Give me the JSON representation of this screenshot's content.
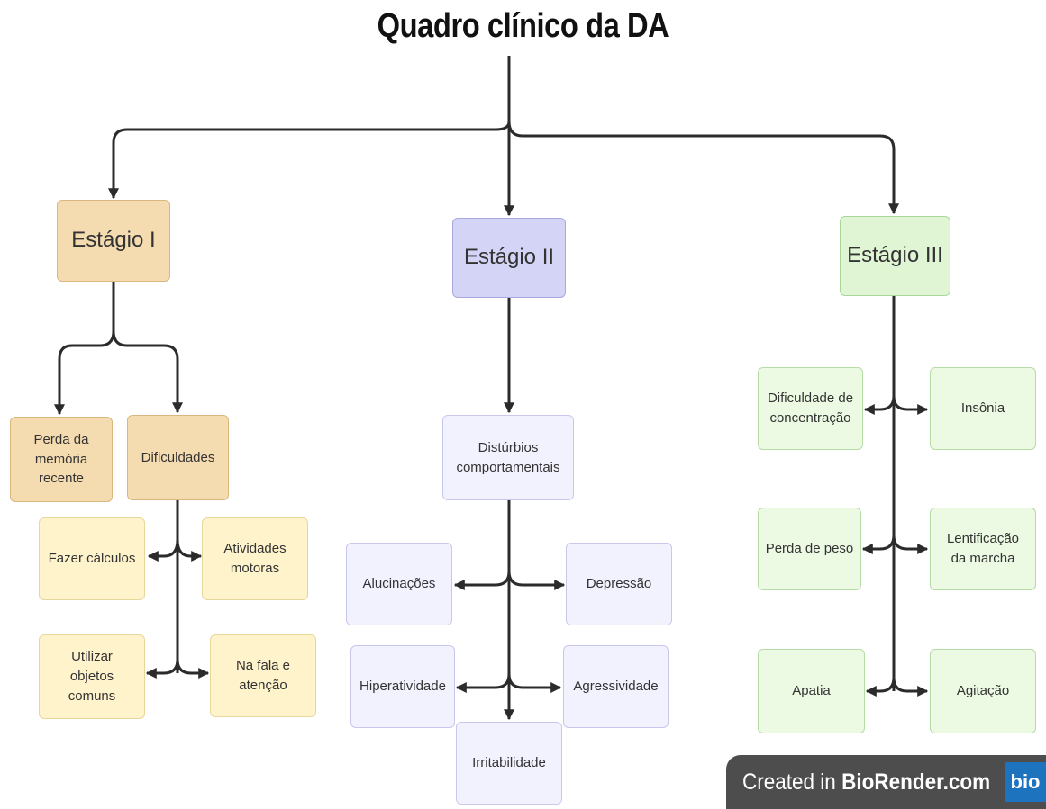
{
  "title": "Quadro clínico da DA",
  "stages": {
    "stage1": {
      "label": "Estágio I",
      "memory": "Perda da\nmemória\nrecente",
      "difficulties": "Dificuldades",
      "calculations": "Fazer cálculos",
      "motor": "Atividades\nmotoras",
      "objects": "Utilizar\nobjetos\ncomuns",
      "speech": "Na fala e\natenção"
    },
    "stage2": {
      "label": "Estágio II",
      "behavioral": "Distúrbios\ncomportamentais",
      "hallucinations": "Alucinações",
      "depression": "Depressão",
      "hyperactivity": "Hiperatividade",
      "aggressiveness": "Agressividade",
      "irritability": "Irritabilidade"
    },
    "stage3": {
      "label": "Estágio III",
      "concentration": "Dificuldade de\nconcentração",
      "insomnia": "Insônia",
      "weight": "Perda de peso",
      "gait": "Lentificação\nda marcha",
      "apathy": "Apatia",
      "agitation": "Agitação"
    }
  },
  "badge": {
    "prefix": "Created in",
    "brand": "BioRender.com",
    "logo": "bio"
  },
  "colors": {
    "stage1": "#f5dcb0",
    "stage2": "#d4d4f7",
    "stage3": "#dff5d4",
    "connector": "#2b2b2b",
    "badge": "#4d4d4d",
    "logo": "#1e73be"
  }
}
